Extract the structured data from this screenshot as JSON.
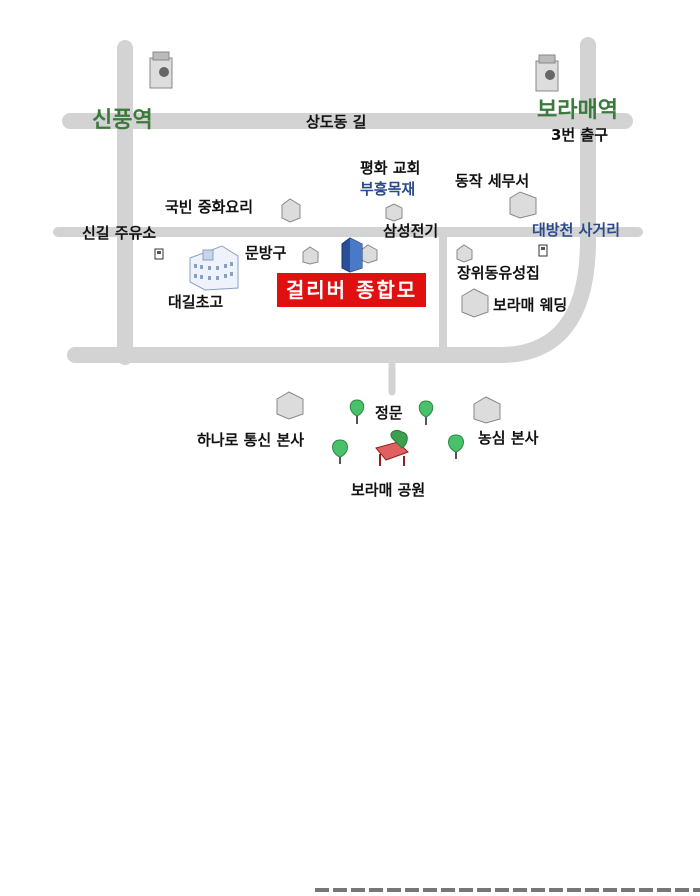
{
  "colors": {
    "road": "#d3d3d3",
    "station": "#3a7a3a",
    "brand_bg": "#e01010",
    "blue_text": "#2a4a8a"
  },
  "labels": {
    "sinpung_station": "신풍역",
    "sangdo_road": "상도동 길",
    "boramae_station": "보라매역",
    "exit3": "3번 출구",
    "pyeonghwa_church": "평화 교회",
    "buheung": "부흥목재",
    "dongjak_tax": "동작 세무서",
    "gukbin": "국빈 중화요리",
    "singil_gas": "신길 주유소",
    "daebang": "대방천 사거리",
    "munbang": "문방구",
    "samsung": "삼성전기",
    "jangwi": "장위동유성집",
    "daegil_school": "대길초고",
    "brand": "걸리버 종합모형",
    "boramae_wedding": "보라매 웨딩",
    "main_gate": "정문",
    "hanaro": "하나로 통신 본사",
    "nongshim": "농심 본사",
    "boramae_park": "보라매 공원"
  },
  "icons": [
    "subway-icon",
    "building-icon",
    "gas-pump-icon",
    "tree-icon",
    "bench-icon",
    "school-icon",
    "office-tower-icon"
  ]
}
